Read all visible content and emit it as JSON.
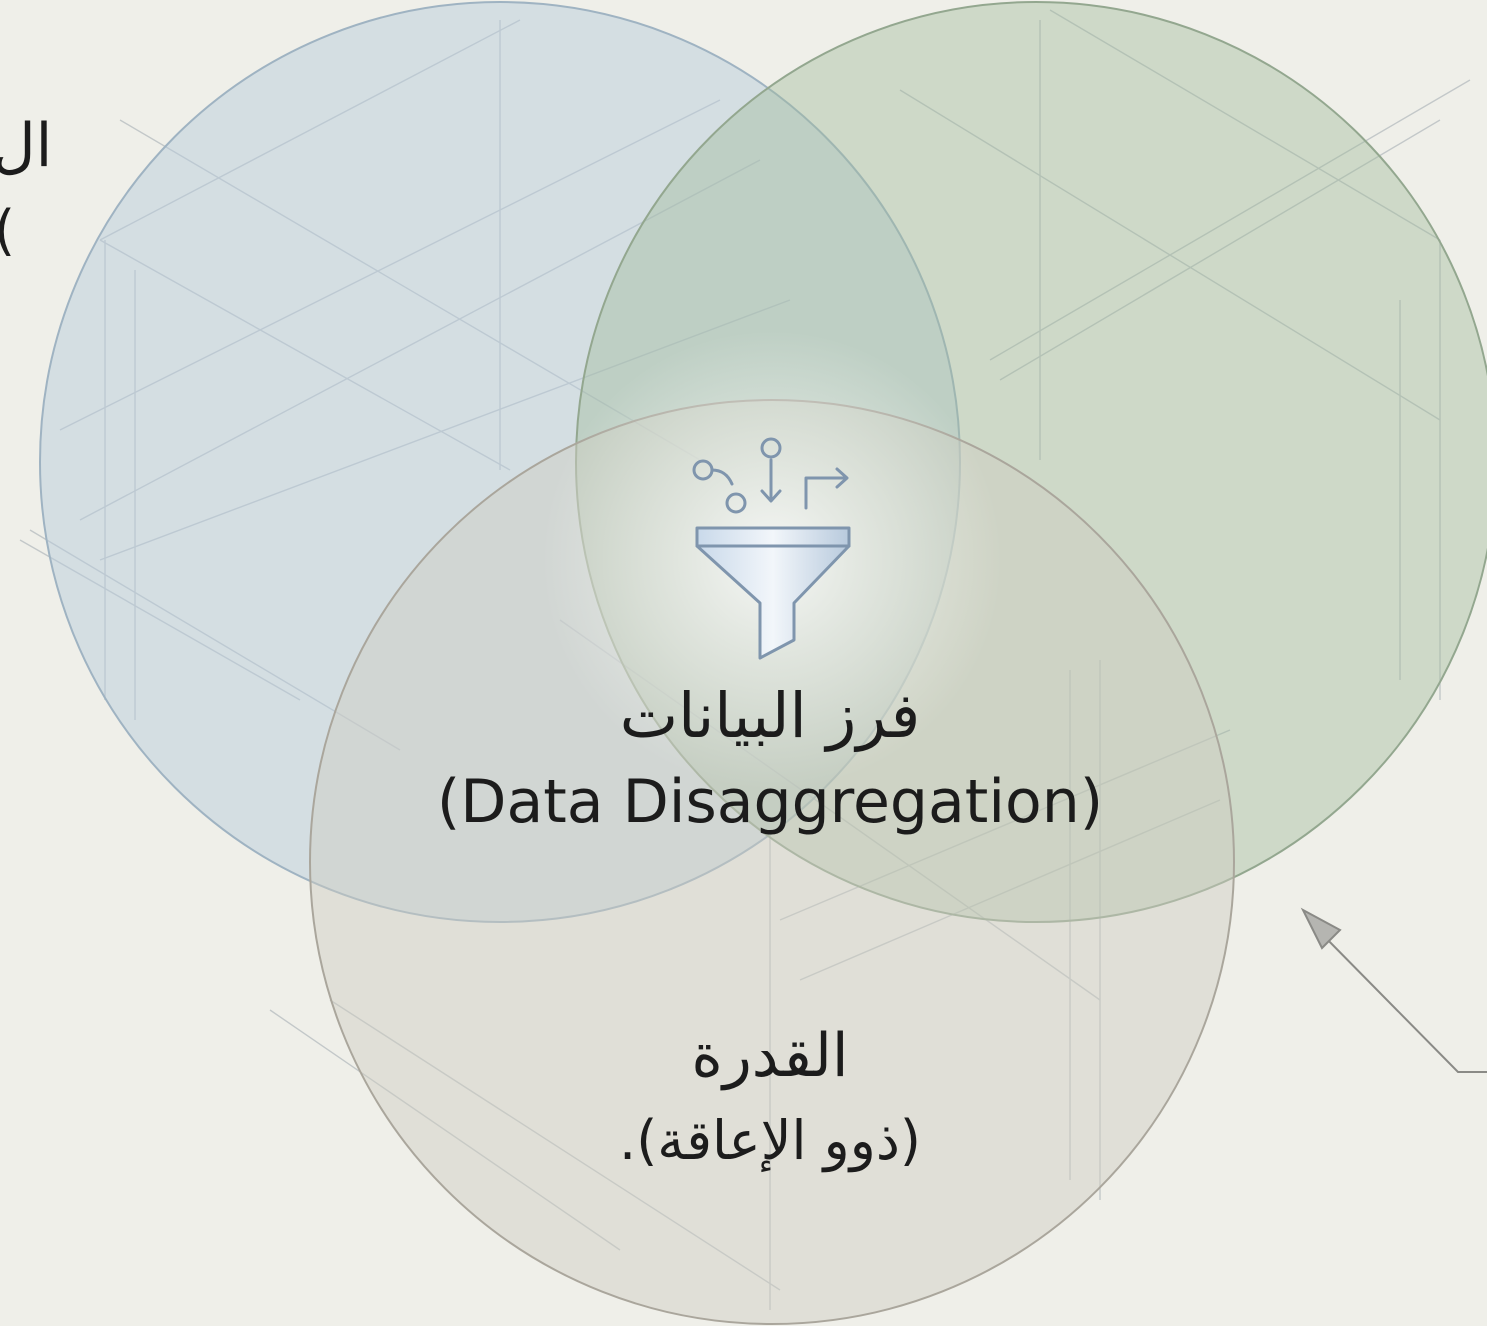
{
  "diagram": {
    "center": {
      "title": "فرز البيانات",
      "subtitle": "(Data Disaggregation)",
      "icon": "funnel-filter-icon"
    },
    "bottom_circle": {
      "title": "القدرة",
      "subtitle": "(ذوو الإعاقة)."
    },
    "left_edge_fragment": {
      "line1": "ال",
      "line2": "("
    },
    "colors": {
      "background": "#efefe9",
      "circle_left": "#b6cbdb",
      "circle_right": "#9fb99b",
      "circle_bottom": "#cfcbc0",
      "text": "#1c1c1c"
    }
  }
}
